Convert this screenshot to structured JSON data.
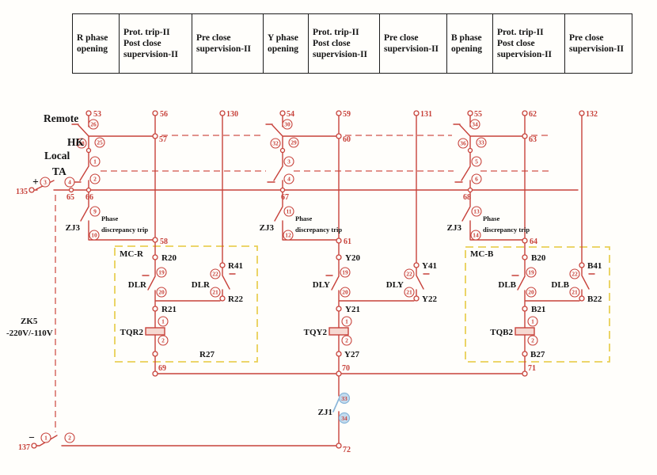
{
  "header": {
    "columns": [
      {
        "lines": [
          "R phase",
          "opening"
        ]
      },
      {
        "lines": [
          "Prot. trip-II",
          "Post close",
          "supervision-II"
        ]
      },
      {
        "lines": [
          "Pre close",
          "supervision-II"
        ]
      },
      {
        "lines": [
          "Y phase",
          "opening"
        ]
      },
      {
        "lines": [
          "Prot. trip-II",
          "Post close",
          "supervision-II"
        ]
      },
      {
        "lines": [
          "Pre close",
          "supervision-II"
        ]
      },
      {
        "lines": [
          "B phase",
          "opening"
        ]
      },
      {
        "lines": [
          "Prot. trip-II",
          "Post close",
          "supervision-II"
        ]
      },
      {
        "lines": [
          "Pre close",
          "supervision-II"
        ]
      }
    ]
  },
  "switch_labels": {
    "remote": "Remote",
    "hk": "HK",
    "local": "Local",
    "ta": "TA"
  },
  "supply": {
    "plus": "+",
    "minus": "−",
    "t135": "135",
    "t137": "137",
    "zk5": "ZK5",
    "voltage": "-220V/-110V",
    "top_contacts": {
      "a": "3",
      "b": "4"
    },
    "bottom_contacts": {
      "a": "1",
      "b": "2"
    },
    "n65": "65",
    "n66": "66",
    "n67": "67",
    "n68": "68"
  },
  "bottom": {
    "n69": "69",
    "n70": "70",
    "n71": "71",
    "n72": "72",
    "zj1": "ZJ1",
    "zj1_top": "33",
    "zj1_bottom": "34"
  },
  "colors": {
    "wire_red": "#c7423b",
    "box_yellow": "#e9cf55",
    "relay_blue": "#8ab6d9"
  },
  "phases": {
    "r": {
      "t_open": "53",
      "t_sup": "56",
      "t_pre": "130",
      "hk_top": "26",
      "hk_left": "28",
      "hk_right": "25",
      "n_hk": "57",
      "ta_top": "1",
      "ta_bottom": "2",
      "zj3": "ZJ3",
      "zj3_top": "9",
      "zj3_bottom": "10",
      "trip1": "Phase",
      "trip2": "discrepancy trip",
      "n_zj3": "58",
      "box": "MC-R",
      "w20": "R20",
      "w41": "R41",
      "w22": "R22",
      "w21": "R21",
      "w27": "R27",
      "dl": "DLR",
      "dl_lt": "19",
      "dl_lb": "20",
      "dl_rt": "22",
      "dl_rb": "21",
      "coil": "TQR2",
      "coil_top": "1",
      "coil_bottom": "2"
    },
    "y": {
      "t_open": "54",
      "t_sup": "59",
      "t_pre": "131",
      "hk_top": "30",
      "hk_left": "32",
      "hk_right": "29",
      "n_hk": "60",
      "ta_top": "3",
      "ta_bottom": "4",
      "zj3": "ZJ3",
      "zj3_top": "11",
      "zj3_bottom": "12",
      "trip1": "Phase",
      "trip2": "discrepancy trip",
      "n_zj3": "61",
      "w20": "Y20",
      "w41": "Y41",
      "w22": "Y22",
      "w21": "Y21",
      "w27": "Y27",
      "dl": "DLY",
      "dl_lt": "19",
      "dl_lb": "20",
      "dl_rt": "22",
      "dl_rb": "21",
      "coil": "TQY2",
      "coil_top": "1",
      "coil_bottom": "2"
    },
    "b": {
      "t_open": "55",
      "t_sup": "62",
      "t_pre": "132",
      "hk_top": "34",
      "hk_left": "36",
      "hk_right": "33",
      "n_hk": "63",
      "ta_top": "5",
      "ta_bottom": "6",
      "zj3": "ZJ3",
      "zj3_top": "13",
      "zj3_bottom": "14",
      "trip1": "Phase",
      "trip2": "discrepancy trip",
      "n_zj3": "64",
      "box": "MC-B",
      "w20": "B20",
      "w41": "B41",
      "w22": "B22",
      "w21": "B21",
      "w27": "B27",
      "dl": "DLB",
      "dl_lt": "19",
      "dl_lb": "20",
      "dl_rt": "22",
      "dl_rb": "21",
      "coil": "TQB2",
      "coil_top": "1",
      "coil_bottom": "2"
    }
  }
}
